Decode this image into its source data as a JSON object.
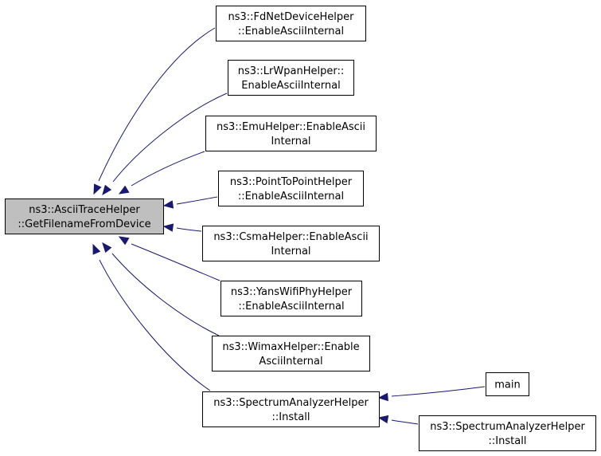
{
  "graph": {
    "focus_fill": "#bfbfbf",
    "node_fill": "#ffffff",
    "edge_color": "#191970",
    "nodes": {
      "target": [
        "ns3::AsciiTraceHelper",
        "::GetFilenameFromDevice"
      ],
      "fdnet": [
        "ns3::FdNetDeviceHelper",
        "::EnableAsciiInternal"
      ],
      "lrwpan": [
        "ns3::LrWpanHelper::",
        "EnableAsciiInternal"
      ],
      "emu": [
        "ns3::EmuHelper::EnableAscii",
        "Internal"
      ],
      "p2p": [
        "ns3::PointToPointHelper",
        "::EnableAsciiInternal"
      ],
      "csma": [
        "ns3::CsmaHelper::EnableAscii",
        "Internal"
      ],
      "yans": [
        "ns3::YansWifiPhyHelper",
        "::EnableAsciiInternal"
      ],
      "wimax": [
        "ns3::WimaxHelper::Enable",
        "AsciiInternal"
      ],
      "spectrum": [
        "ns3::SpectrumAnalyzerHelper",
        "::Install"
      ],
      "main": [
        "main"
      ],
      "spectrum2": [
        "ns3::SpectrumAnalyzerHelper",
        "::Install"
      ]
    }
  }
}
